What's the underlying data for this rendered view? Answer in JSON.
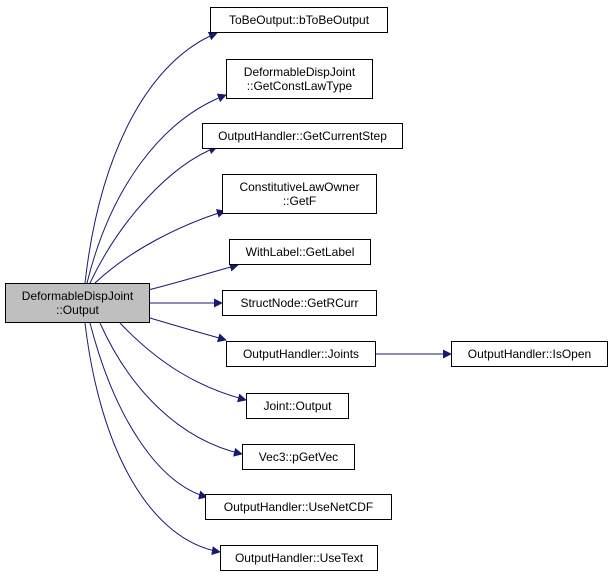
{
  "graph": {
    "root": {
      "line1": "DeformableDispJoint",
      "line2": "::Output"
    },
    "callees": [
      {
        "line1": "ToBeOutput::bToBeOutput",
        "line2": ""
      },
      {
        "line1": "DeformableDispJoint",
        "line2": "::GetConstLawType"
      },
      {
        "line1": "OutputHandler::GetCurrentStep",
        "line2": ""
      },
      {
        "line1": "ConstitutiveLawOwner",
        "line2": "::GetF"
      },
      {
        "line1": "WithLabel::GetLabel",
        "line2": ""
      },
      {
        "line1": "StructNode::GetRCurr",
        "line2": ""
      },
      {
        "line1": "OutputHandler::Joints",
        "line2": ""
      },
      {
        "line1": "Joint::Output",
        "line2": ""
      },
      {
        "line1": "Vec3::pGetVec",
        "line2": ""
      },
      {
        "line1": "OutputHandler::UseNetCDF",
        "line2": ""
      },
      {
        "line1": "OutputHandler::UseText",
        "line2": ""
      }
    ],
    "secondary": [
      {
        "line1": "OutputHandler::IsOpen",
        "line2": ""
      }
    ],
    "edge_color": "#191970"
  }
}
